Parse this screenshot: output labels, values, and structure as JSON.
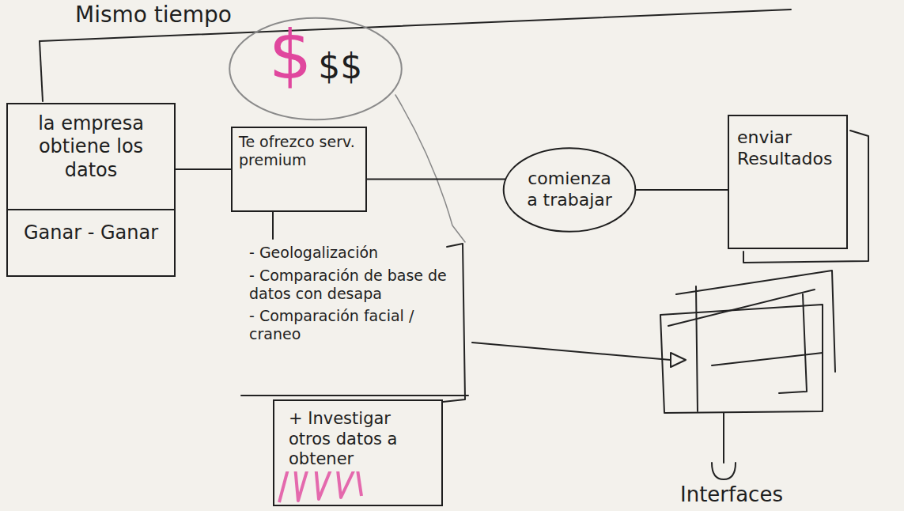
{
  "diagram": {
    "nodes": [
      {
        "text": [
          "la empresa obtiene los datos",
          "Ganar - Ganar"
        ]
      },
      {
        "text": [
          "$",
          "$$"
        ]
      },
      {
        "text": [
          "Te ofrezco serv. premium"
        ]
      },
      {
        "text": [
          "+ Investigar otros datos a obtener"
        ]
      },
      {
        "text": [
          "comienza a trabajar"
        ]
      },
      {
        "text": [
          "enviar Resultados"
        ]
      }
    ],
    "edges": [
      {
        "from": 0,
        "to": 2,
        "arrow": "none"
      },
      {
        "from": 2,
        "to": 4,
        "arrow": "none"
      },
      {
        "from": 4,
        "to": 5,
        "arrow": "none"
      }
    ],
    "labels": [
      "Mismo tiempo",
      "- Geologalización",
      "- Comparación de base de datos con desapa",
      "- Comparación facial / craneo",
      "Interfaces"
    ]
  }
}
